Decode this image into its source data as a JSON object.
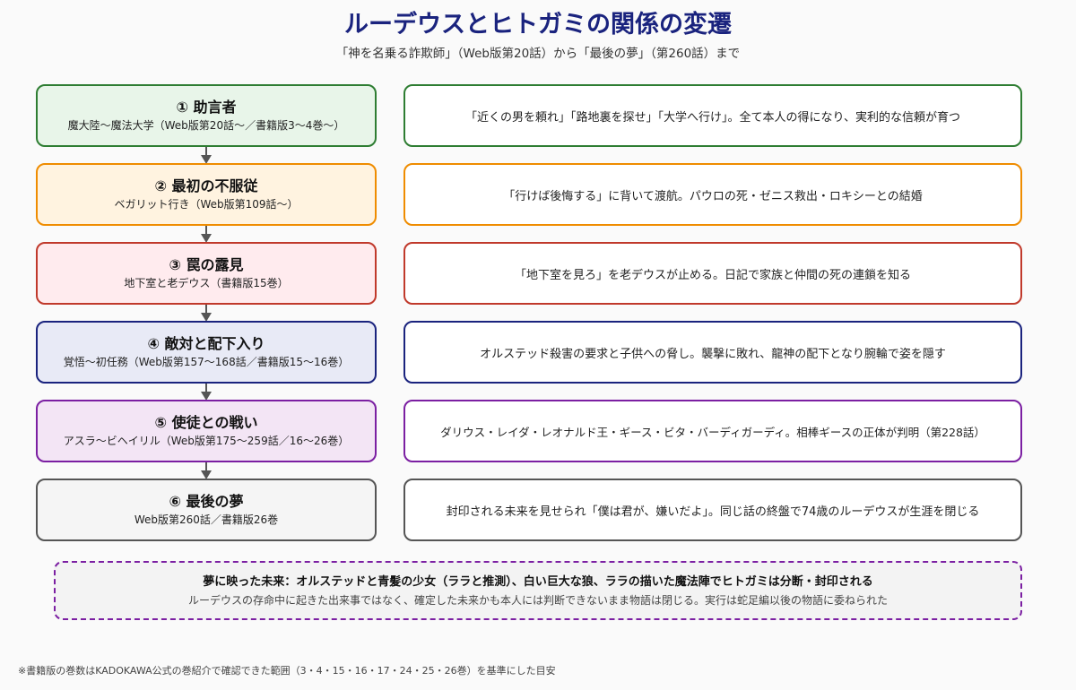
{
  "title": "ルーデウスとヒトガミの関係の変遷",
  "subtitle": "「神を名乗る詐欺師」（Web版第20話）から「最後の夢」（第260話）まで",
  "stages": [
    {
      "name": "① 助言者",
      "sub": "魔大陸～魔法大学（Web版第20話～／書籍版3～4巻～）",
      "desc": "「近くの男を頼れ」「路地裏を探せ」「大学へ行け」。全て本人の得になり、実利的な信頼が育つ",
      "border": "#2e7d32",
      "fill": "#e8f5e9"
    },
    {
      "name": "② 最初の不服従",
      "sub": "ベガリット行き（Web版第109話～）",
      "desc": "「行けば後悔する」に背いて渡航。パウロの死・ゼニス救出・ロキシーとの結婚",
      "border": "#ef8c00",
      "fill": "#fff3e0"
    },
    {
      "name": "③ 罠の露見",
      "sub": "地下室と老デウス（書籍版15巻）",
      "desc": "「地下室を見ろ」を老デウスが止める。日記で家族と仲間の死の連鎖を知る",
      "border": "#c0392b",
      "fill": "#ffebee"
    },
    {
      "name": "④ 敵対と配下入り",
      "sub": "覚悟～初任務（Web版第157～168話／書籍版15～16巻）",
      "desc": "オルステッド殺害の要求と子供への脅し。襲撃に敗れ、龍神の配下となり腕輪で姿を隠す",
      "border": "#1a237e",
      "fill": "#e8eaf6"
    },
    {
      "name": "⑤ 使徒との戦い",
      "sub": "アスラ～ビヘイリル（Web版第175～259話／16～26巻）",
      "desc": "ダリウス・レイダ・レオナルド王・ギース・ビタ・バーディガーディ。相棒ギースの正体が判明（第228話）",
      "border": "#7b1fa2",
      "fill": "#f3e5f5"
    },
    {
      "name": "⑥ 最後の夢",
      "sub": "Web版第260話／書籍版26巻",
      "desc": "封印される未来を見せられ「僕は君が、嫌いだよ」。同じ話の終盤で74歳のルーデウスが生涯を閉じる",
      "border": "#555555",
      "fill": "#f5f5f5"
    }
  ],
  "note": {
    "main": "夢に映った未来：オルステッドと青髪の少女（ララと推測）、白い巨大な狼、ララの描いた魔法陣でヒトガミは分断・封印される",
    "sub": "ルーデウスの存命中に起きた出来事ではなく、確定した未来かも本人には判断できないまま物語は閉じる。実行は蛇足編以後の物語に委ねられた"
  },
  "footnote": "※書籍版の巻数はKADOKAWA公式の巻紹介で確認できた範囲（3・4・15・16・17・24・25・26巻）を基準にした目安"
}
